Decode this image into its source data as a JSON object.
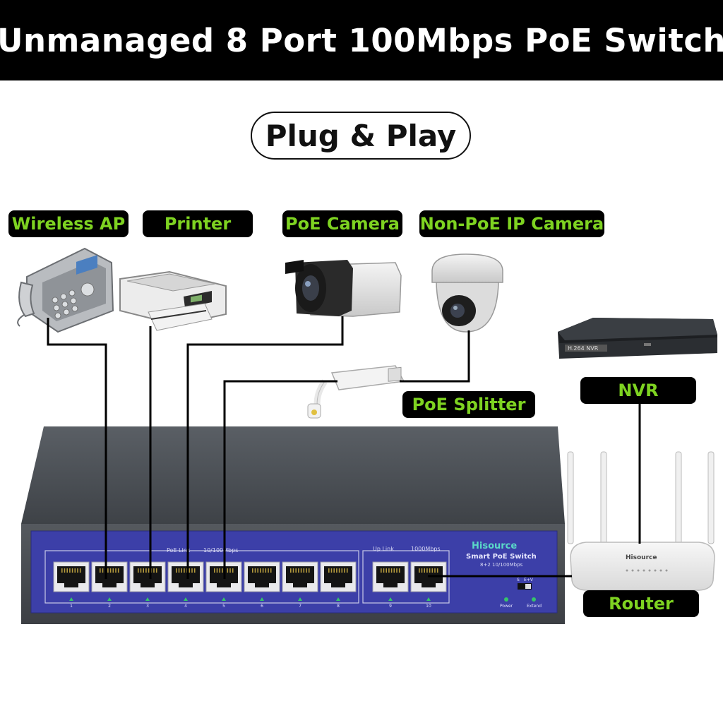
{
  "title": "Unmanaged 8 Port 100Mbps PoE Switch",
  "subtitle": "Plug & Play",
  "devices": {
    "wireless_ap": "Wireless AP",
    "printer": "Printer",
    "poe_camera": "PoE Camera",
    "non_poe_camera": "Non-PoE IP Camera",
    "poe_splitter": "PoE Splitter",
    "nvr": "NVR",
    "router": "Router"
  },
  "switch": {
    "brand": "Hisource",
    "model": "Smart PoE Switch",
    "spec": "8+2 10/100Mbps",
    "poe_link_label": "PoE Link",
    "poe_speed_label": "10/100Mbps",
    "uplink_label": "Up Link",
    "uplink_speed_label": "1000Mbps",
    "port_numbers": [
      "1",
      "2",
      "3",
      "4",
      "5",
      "6",
      "7",
      "8",
      "9",
      "10"
    ],
    "power_label": "Power",
    "extend_label": "Extend",
    "dip_label_s": "S",
    "dip_label_ev": "E+V"
  },
  "nvr_device_label": "H.264 NVR",
  "router_brand": "Hisource",
  "colors": {
    "tag_text": "#7ed321",
    "panel_blue": "#3c3fa8",
    "chassis": "#4d5258"
  }
}
